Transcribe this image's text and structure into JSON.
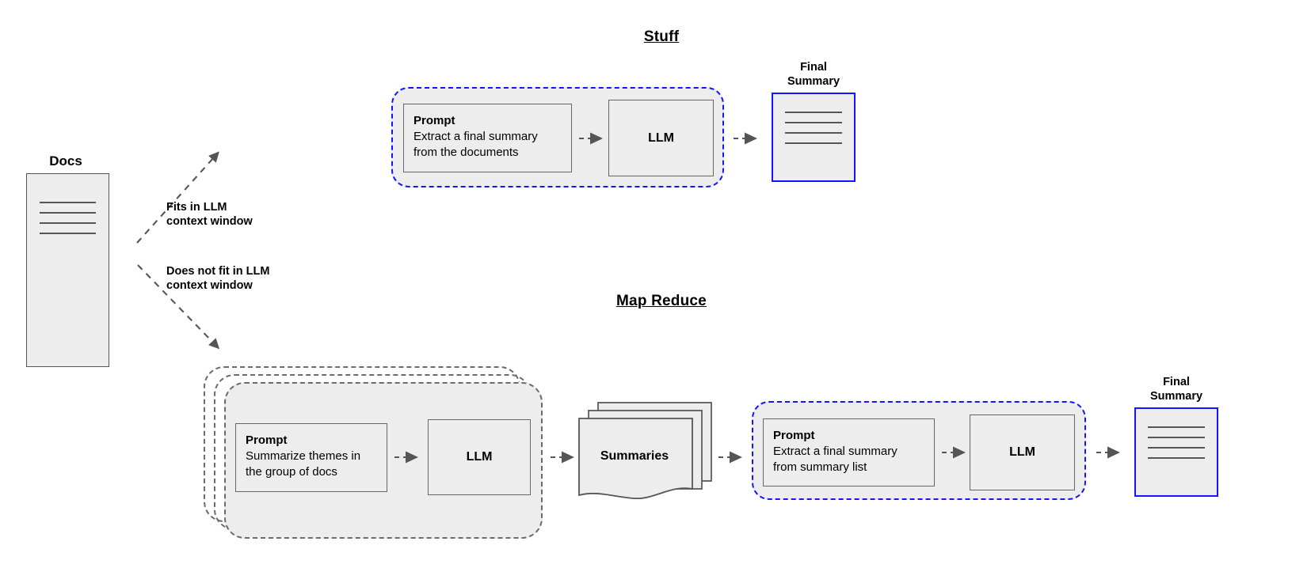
{
  "diagram": {
    "title_stuff": "Stuff",
    "title_map_reduce": "Map Reduce",
    "docs_label": "Docs",
    "branch_labels": {
      "fits": "Fits in LLM\ncontext window",
      "fits_line1": "Fits in LLM",
      "fits_line2": "context window",
      "not_fits_line1": "Does not fit in LLM",
      "not_fits_line2": "context window"
    },
    "final_summary_top": {
      "line1": "Final",
      "line2": "Summary"
    },
    "final_summary_bottom": {
      "line1": "Final",
      "line2": "Summary"
    },
    "stuff_chain": {
      "prompt": {
        "title": "Prompt",
        "body_line1": "Extract a final summary",
        "body_line2": "from the documents"
      },
      "llm_label": "LLM"
    },
    "map_chain": {
      "prompt": {
        "title": "Prompt",
        "body_line1": "Summarize themes in",
        "body_line2": "the group of docs"
      },
      "llm_label": "LLM"
    },
    "summaries_label": "Summaries",
    "reduce_chain": {
      "prompt": {
        "title": "Prompt",
        "body_line1": "Extract a final summary",
        "body_line2": "from summary list"
      },
      "llm_label": "LLM"
    },
    "colors": {
      "fill": "#ededed",
      "box_stroke": "#666666",
      "blue": "#1414ff",
      "dashed_grey": "#6b6b6b",
      "arrow": "#555555",
      "text": "#000000"
    }
  }
}
